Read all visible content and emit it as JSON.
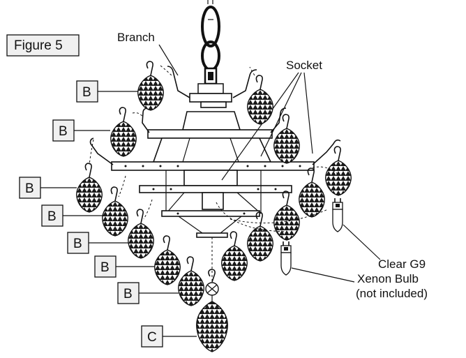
{
  "figure_label": "Figure 5",
  "labels": {
    "branch": "Branch",
    "socket": "Socket",
    "bulb_line1": "Clear G9",
    "bulb_line2": "Xenon Bulb",
    "bulb_line3": "(not included)"
  },
  "callouts": [
    "B",
    "B",
    "B",
    "B",
    "B",
    "B",
    "B",
    "C"
  ],
  "colors": {
    "ink": "#111111",
    "box_fill": "#f0f0f0",
    "paper": "#ffffff"
  }
}
